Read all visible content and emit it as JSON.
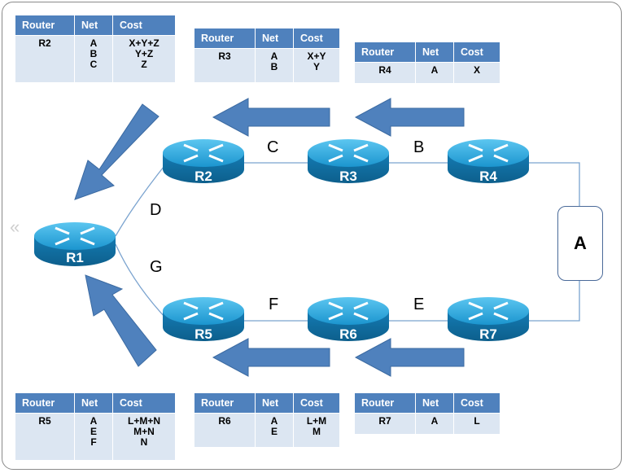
{
  "routers": [
    "R1",
    "R2",
    "R3",
    "R4",
    "R5",
    "R6",
    "R7"
  ],
  "links": {
    "C": "C",
    "B": "B",
    "D": "D",
    "G": "G",
    "F": "F",
    "E": "E"
  },
  "network": "A",
  "headers": {
    "router": "Router",
    "net": "Net",
    "cost": "Cost"
  },
  "tables": {
    "r2": {
      "router": "R2",
      "net": [
        "A",
        "B",
        "C"
      ],
      "cost": [
        "X+Y+Z",
        "Y+Z",
        "Z"
      ]
    },
    "r3": {
      "router": "R3",
      "net": [
        "A",
        "B"
      ],
      "cost": [
        "X+Y",
        "Y"
      ]
    },
    "r4": {
      "router": "R4",
      "net": [
        "A"
      ],
      "cost": [
        "X"
      ]
    },
    "r5": {
      "router": "R5",
      "net": [
        "A",
        "E",
        "F"
      ],
      "cost": [
        "L+M+N",
        "M+N",
        "N"
      ]
    },
    "r6": {
      "router": "R6",
      "net": [
        "A",
        "E"
      ],
      "cost": [
        "L+M",
        "M"
      ]
    },
    "r7": {
      "router": "R7",
      "net": [
        "A"
      ],
      "cost": [
        "L"
      ]
    }
  },
  "colors": {
    "header": "#4f81bd",
    "cell": "#dce6f2",
    "arrow": "#4f81bd",
    "router": "#1f8fc7"
  }
}
